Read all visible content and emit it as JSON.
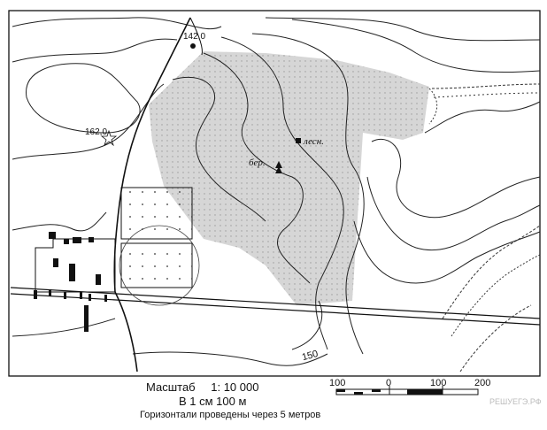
{
  "map": {
    "labels": {
      "height_north": "142,0",
      "height_west": "162,0",
      "contour_value": "150",
      "forest_1": "лесн.",
      "forest_2": "бер."
    }
  },
  "legend": {
    "scale_word": "Масштаб",
    "scale_value": "1: 10 000",
    "unit_line": "В 1 см 100 м",
    "contour_interval": "Горизонтали проведены через 5 метров"
  },
  "scale_bar": {
    "labels": [
      "100",
      "0",
      "100",
      "200"
    ]
  },
  "watermark": "РЕШУЕГЭ.РФ"
}
